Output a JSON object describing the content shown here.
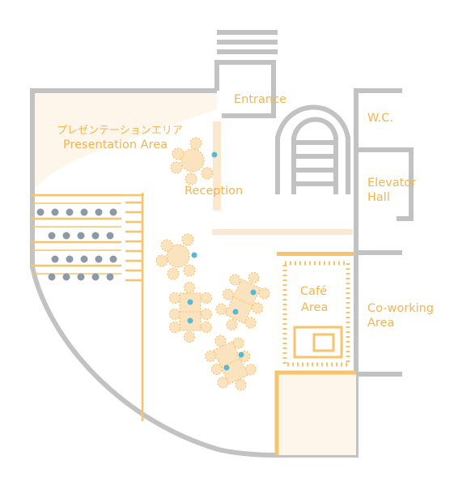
{
  "labels": {
    "entrance": "Entrance",
    "presentation_jp": "プレゼンテーションエリア",
    "presentation_en": "Presentation Area",
    "reception": "Reception",
    "wc": "W.C.",
    "elevator_1": "Elevator",
    "elevator_2": "Hall",
    "cafe_1": "Café",
    "cafe_2": "Area",
    "coworking_1": "Co-working",
    "coworking_2": "Area"
  },
  "colors": {
    "wall": "#c2c2c2",
    "accent": "#f7c36b",
    "text": "#f2b54f",
    "fill": "#fbe8cf",
    "floor": "#fef6ea",
    "seat": "#8b9aa4",
    "chair": "#fce3bf",
    "dot": "#59b9d0"
  }
}
